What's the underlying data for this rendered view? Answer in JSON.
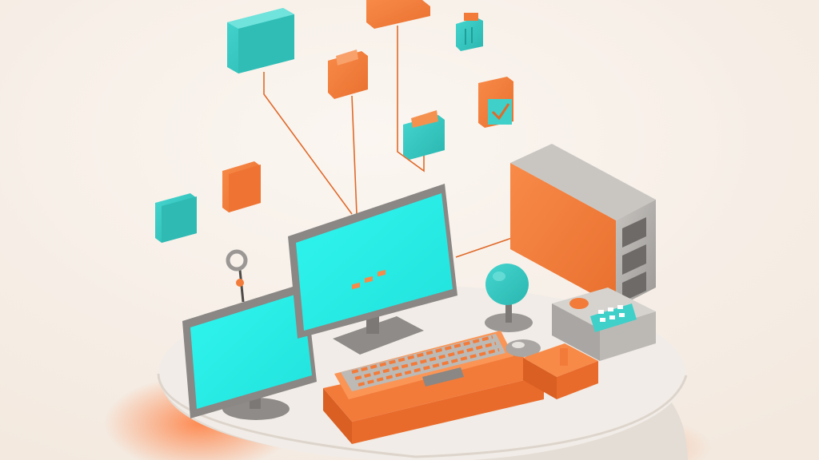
{
  "scene": {
    "subject": "isometric-computer-workstation-illustration",
    "colors": {
      "background": "#f6eee6",
      "background_glow": "#fbf6f1",
      "platform_top": "#f1ece7",
      "platform_side": "#e4ddd5",
      "platform_glow": "#ff8a4a",
      "teal": "#34c9c2",
      "teal_dark": "#1f9e99",
      "screen_cyan": "#2af2ec",
      "orange": "#f27b3a",
      "orange_dark": "#d45f22",
      "gray": "#a9a6a3",
      "gray_dark": "#7b7875",
      "gray_light": "#c9c6c2",
      "connector_line": "#e06a2a"
    },
    "objects": {
      "monitor_main": "desktop-monitor",
      "monitor_secondary": "desktop-monitor",
      "keyboard": "keyboard",
      "mouse": "computer-mouse",
      "tower": "pc-tower",
      "joystick": "globe-joystick",
      "device_box": "keypad-device",
      "accessory": "orange-block",
      "webcam": "ring-webcam",
      "floating_icons": [
        {
          "icon": "teal-folder-icon"
        },
        {
          "icon": "orange-box-icon"
        },
        {
          "icon": "orange-folder-icon"
        },
        {
          "icon": "teal-basket-icon"
        },
        {
          "icon": "orange-checklist-icon"
        },
        {
          "icon": "teal-folder-icon"
        },
        {
          "icon": "orange-folder-icon"
        },
        {
          "icon": "teal-box-icon"
        }
      ]
    }
  }
}
